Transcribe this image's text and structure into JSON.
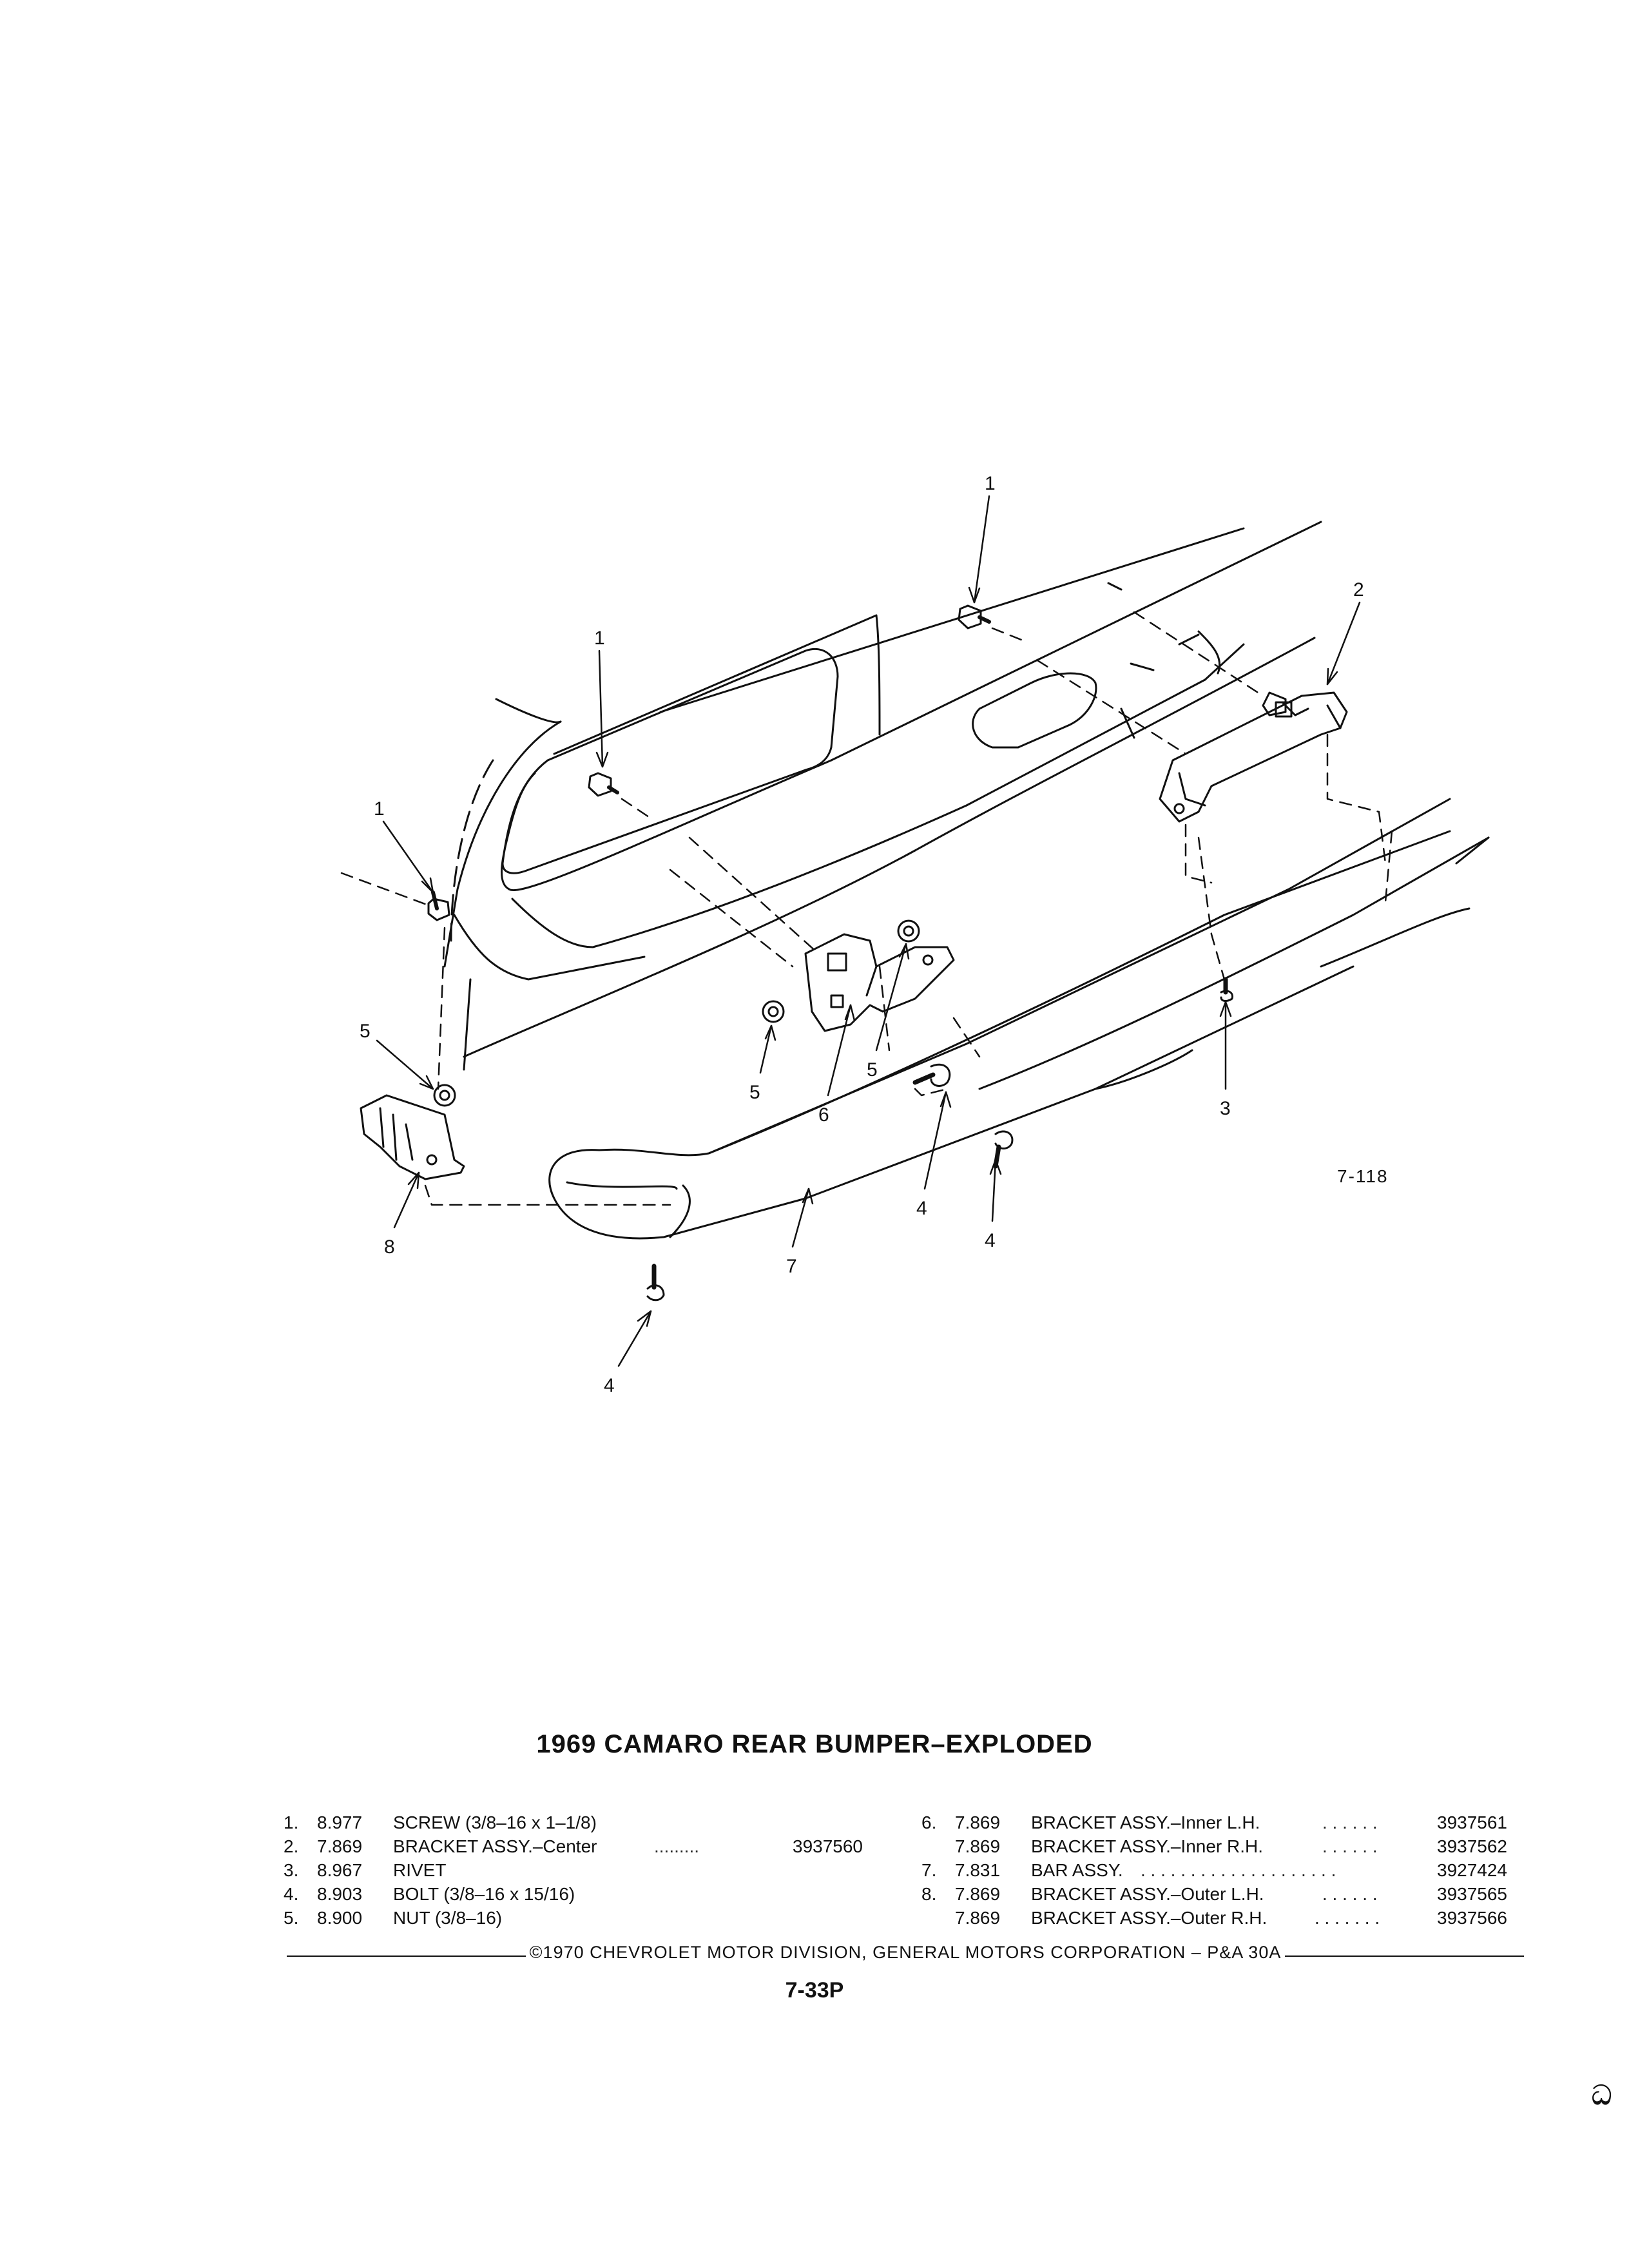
{
  "diagram": {
    "figure_ref": "7-118",
    "callouts": [
      {
        "id": "c-1a",
        "label": "1"
      },
      {
        "id": "c-1b",
        "label": "1"
      },
      {
        "id": "c-1c",
        "label": "1"
      },
      {
        "id": "c-2",
        "label": "2"
      },
      {
        "id": "c-3",
        "label": "3"
      },
      {
        "id": "c-4a",
        "label": "4"
      },
      {
        "id": "c-4b",
        "label": "4"
      },
      {
        "id": "c-4c",
        "label": "4"
      },
      {
        "id": "c-5a",
        "label": "5"
      },
      {
        "id": "c-5b",
        "label": "5"
      },
      {
        "id": "c-5c",
        "label": "5"
      },
      {
        "id": "c-6",
        "label": "6"
      },
      {
        "id": "c-7",
        "label": "7"
      },
      {
        "id": "c-8",
        "label": "8"
      }
    ]
  },
  "title": "1969 CAMARO REAR BUMPER–EXPLODED",
  "parts_left": [
    {
      "no": "1.",
      "code": "8.977",
      "desc": "SCREW (3/8–16 x 1–1/8)",
      "dots": "",
      "pn": ""
    },
    {
      "no": "2.",
      "code": "7.869",
      "desc": "BRACKET ASSY.–Center",
      "dots": ".........",
      "pn": "3937560"
    },
    {
      "no": "3.",
      "code": "8.967",
      "desc": "RIVET",
      "dots": "",
      "pn": ""
    },
    {
      "no": "4.",
      "code": "8.903",
      "desc": "BOLT (3/8–16 x 15/16)",
      "dots": "",
      "pn": ""
    },
    {
      "no": "5.",
      "code": "8.900",
      "desc": "NUT (3/8–16)",
      "dots": "",
      "pn": ""
    }
  ],
  "parts_right": [
    {
      "no": "6.",
      "code": "7.869",
      "desc": "BRACKET ASSY.–Inner L.H.",
      "dots": ". . . . . .",
      "pn": "3937561"
    },
    {
      "no": "",
      "code": "7.869",
      "desc": "BRACKET ASSY.–Inner R.H.",
      "dots": ". . . . . .",
      "pn": "3937562"
    },
    {
      "no": "7.",
      "code": "7.831",
      "desc": "BAR ASSY.",
      "dots": ". . . . . . . . . . . . . . . . . . . .",
      "pn": "3927424"
    },
    {
      "no": "8.",
      "code": "7.869",
      "desc": "BRACKET ASSY.–Outer L.H.",
      "dots": ". . . . . .",
      "pn": "3937565"
    },
    {
      "no": "",
      "code": "7.869",
      "desc": "BRACKET ASSY.–Outer R.H.",
      "dots": ". . . . . . .",
      "pn": "3937566"
    }
  ],
  "footer": "©1970 CHEVROLET MOTOR DIVISION, GENERAL MOTORS CORPORATION – P&A 30A",
  "page_number": "7-33P",
  "corner_mark": "ධ"
}
